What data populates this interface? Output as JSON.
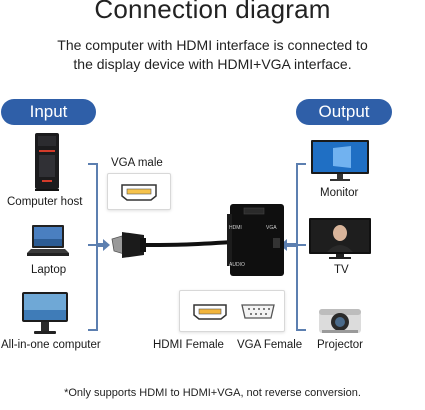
{
  "title": "Connection diagram",
  "subtitle_line1": "The computer with HDMI interface is connected to",
  "subtitle_line2": "the display device with HDMI+VGA interface.",
  "input_label": "Input",
  "output_label": "Output",
  "inputs": [
    "Computer host",
    "Laptop",
    "All-in-one computer"
  ],
  "outputs": [
    "Monitor",
    "TV",
    "Projector"
  ],
  "vga_male_label": "VGA male",
  "hdmi_female_label": "HDMI Female",
  "vga_female_label": "VGA Female",
  "adapter_port_labels": [
    "HDMI",
    "VGA",
    "AUDIO"
  ],
  "footnote": "*Only supports HDMI to HDMI+VGA, not reverse conversion.",
  "colors": {
    "accent": "#2f5fa8",
    "bracket": "#5c7fb0"
  }
}
